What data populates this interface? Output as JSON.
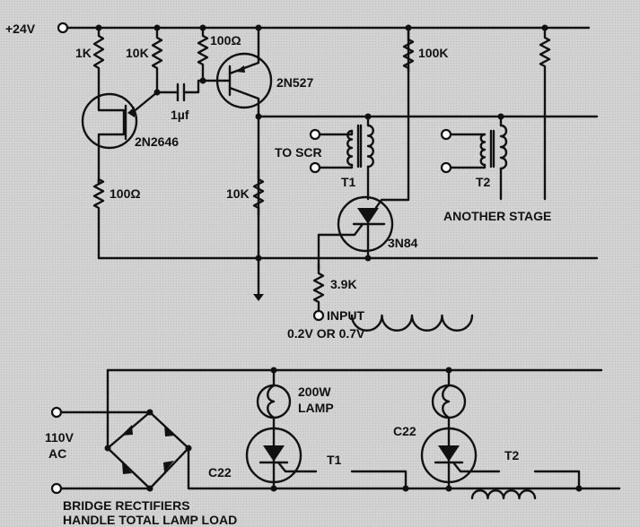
{
  "title": "SCR lamp flasher / trigger circuit schematic",
  "top_circuit": {
    "supply_label": "+24V",
    "r1": "1K",
    "r2": "10K",
    "r3": "100Ω",
    "r4": "100Ω",
    "r5": "10K",
    "r6": "100K",
    "r7": "3.9K",
    "capacitor": "1µf",
    "ujt": "2N2646",
    "transistor": "2N527",
    "scs": "3N84",
    "to_scr": "TO SCR",
    "t1": "T1",
    "t2": "T2",
    "another_stage": "ANOTHER STAGE",
    "input_label": "INPUT",
    "input_levels": "0.2V OR 0.7V"
  },
  "bottom_circuit": {
    "ac_label_1": "110V",
    "ac_label_2": "AC",
    "lamp_label_1": "200W",
    "lamp_label_2": "LAMP",
    "scr1": "C22",
    "scr2": "C22",
    "t1": "T1",
    "t2": "T2",
    "note_1": "BRIDGE RECTIFIERS",
    "note_2": "HANDLE TOTAL LAMP LOAD"
  }
}
